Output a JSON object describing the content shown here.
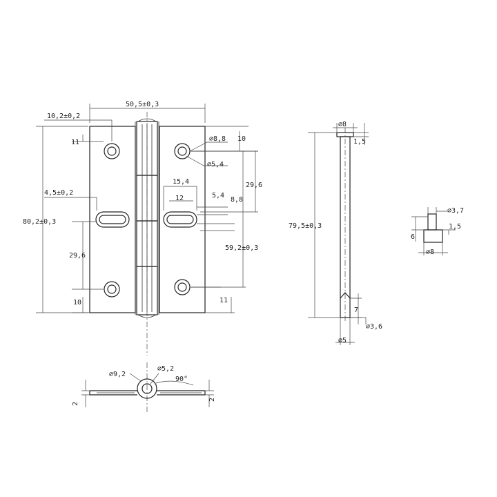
{
  "front_view": {
    "overall_width": "50,5±0,3",
    "hole_edge_offset": "10,2±0,2",
    "slot_edge_offset": "4,5±0,2",
    "overall_height": "80,2±0,3",
    "top_hole_offset_left": "11",
    "slot_to_hole_left": "29,6",
    "bottom_hole_offset_left": "10",
    "countersink_dia": "⌀8,8",
    "hole_dia": "⌀5,4",
    "top_hole_offset_right": "10",
    "hole_spacing_right": "29,6",
    "slot_length_outer": "15,4",
    "slot_width": "5,4",
    "slot_countersink_width": "8,8",
    "slot_length_inner": "12",
    "hole_to_hole_right": "59,2±0,3",
    "bottom_hole_offset_right": "11"
  },
  "pin_view": {
    "pin_head_dia": "⌀8",
    "pin_head_height": "1,5",
    "pin_length": "79,5±0,3",
    "pin_tip_length": "7",
    "pin_dia": "⌀3,6",
    "pin_tip_dia": "⌀5"
  },
  "cap_view": {
    "cap_bore_dia": "⌀3,7",
    "cap_height": "6",
    "cap_rim": "1,5",
    "cap_dia": "⌀8"
  },
  "end_view": {
    "knuckle_outer_dia": "⌀9,2",
    "knuckle_inner_dia": "⌀5,2",
    "opening_angle": "90°",
    "leaf_thickness_left": "2",
    "leaf_thickness_right": "2"
  }
}
